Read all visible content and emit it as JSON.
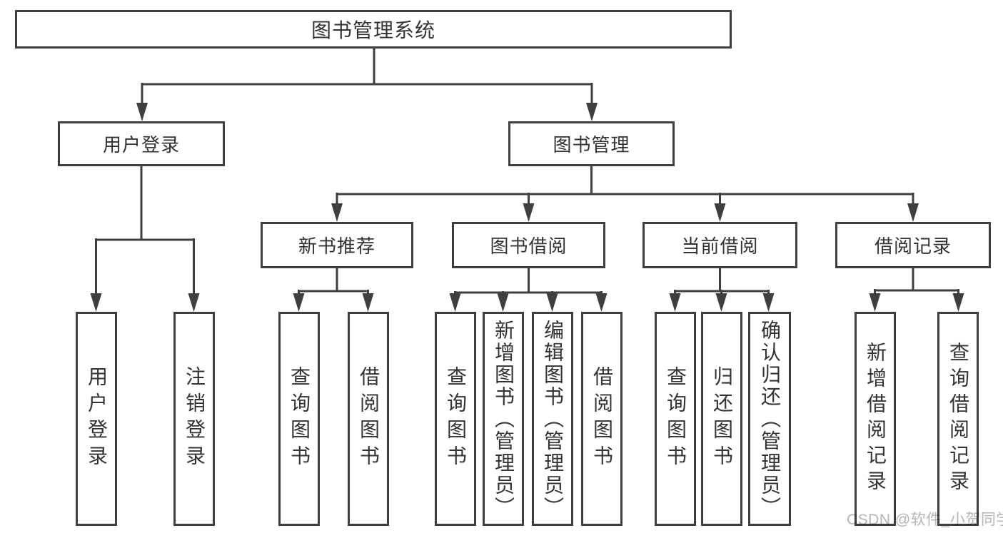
{
  "diagram": {
    "root": {
      "label": "图书管理系统"
    },
    "branches": [
      {
        "label": "用户登录",
        "children": [
          {
            "label": "用户登录"
          },
          {
            "label": "注销登录"
          }
        ]
      },
      {
        "label": "图书管理",
        "children": [
          {
            "label": "新书推荐",
            "children": [
              {
                "label": "查询图书"
              },
              {
                "label": "借阅图书"
              }
            ]
          },
          {
            "label": "图书借阅",
            "children": [
              {
                "label": "查询图书"
              },
              {
                "label": "新增图书（管理员）"
              },
              {
                "label": "编辑图书（管理员）"
              },
              {
                "label": "借阅图书"
              }
            ]
          },
          {
            "label": "当前借阅",
            "children": [
              {
                "label": "查询图书"
              },
              {
                "label": "归还图书"
              },
              {
                "label": "确认归还（管理员）"
              }
            ]
          },
          {
            "label": "借阅记录",
            "children": [
              {
                "label": "新增借阅记录"
              },
              {
                "label": "查询借阅记录"
              }
            ]
          }
        ]
      }
    ]
  },
  "watermark": {
    "text": "CSDN @软件_小贺同学"
  },
  "colors": {
    "line": "#3f3f3f",
    "box_border": "#3f3f3f",
    "box_fill": "#ffffff",
    "text": "#333333",
    "watermark": "#b5b5b5",
    "background": "#ffffff"
  }
}
